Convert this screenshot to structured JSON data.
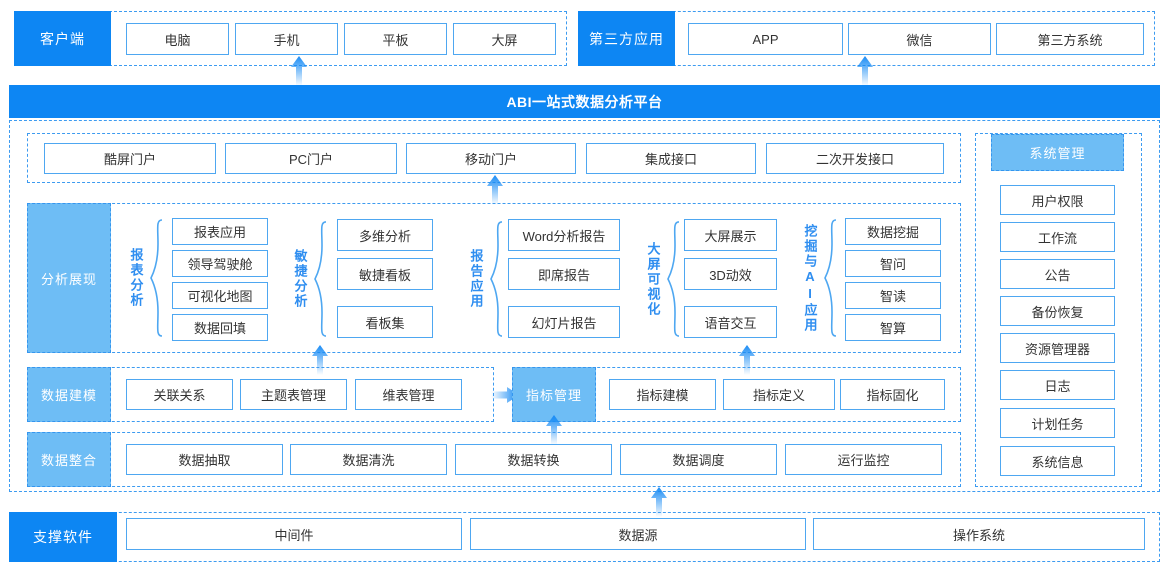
{
  "platform": {
    "title": "ABI一站式数据分析平台"
  },
  "client_row": {
    "label": "客户端",
    "items": [
      "电脑",
      "手机",
      "平板",
      "大屏"
    ]
  },
  "third_party_row": {
    "label": "第三方应用",
    "items": [
      "APP",
      "微信",
      "第三方系统"
    ]
  },
  "portal_row": {
    "items": [
      "酷屏门户",
      "PC门户",
      "移动门户",
      "集成接口",
      "二次开发接口"
    ]
  },
  "analysis_row": {
    "label": "分析展现",
    "groups": [
      {
        "name": "报表分析",
        "items": [
          "报表应用",
          "领导驾驶舱",
          "可视化地图",
          "数据回填"
        ]
      },
      {
        "name": "敏捷分析",
        "items": [
          "多维分析",
          "敏捷看板",
          "看板集"
        ]
      },
      {
        "name": "报告应用",
        "items": [
          "Word分析报告",
          "即席报告",
          "幻灯片报告"
        ]
      },
      {
        "name": "大屏可视化",
        "items": [
          "大屏展示",
          "3D动效",
          "语音交互"
        ]
      },
      {
        "name": "挖掘与AI应用",
        "items": [
          "数据挖掘",
          "智问",
          "智读",
          "智算"
        ]
      }
    ]
  },
  "modeling_row": {
    "label": "数据建模",
    "items": [
      "关联关系",
      "主题表管理",
      "维表管理"
    ],
    "metric_label": "指标管理",
    "metric_items": [
      "指标建模",
      "指标定义",
      "指标固化"
    ]
  },
  "integration_row": {
    "label": "数据整合",
    "items": [
      "数据抽取",
      "数据清洗",
      "数据转换",
      "数据调度",
      "运行监控"
    ]
  },
  "system_panel": {
    "label": "系统管理",
    "items": [
      "用户权限",
      "工作流",
      "公告",
      "备份恢复",
      "资源管理器",
      "日志",
      "计划任务",
      "系统信息"
    ]
  },
  "support_row": {
    "label": "支撑软件",
    "items": [
      "中间件",
      "数据源",
      "操作系统"
    ]
  },
  "colors": {
    "primary": "#0d86f3",
    "light": "#6ebdf5",
    "border": "#4ea7f1",
    "dash": "#3d9bf0",
    "text": "#333333"
  },
  "icons": {
    "arrow_up": "arrow-up-icon",
    "arrow_right": "arrow-right-icon",
    "brace": "curly-brace-icon"
  }
}
